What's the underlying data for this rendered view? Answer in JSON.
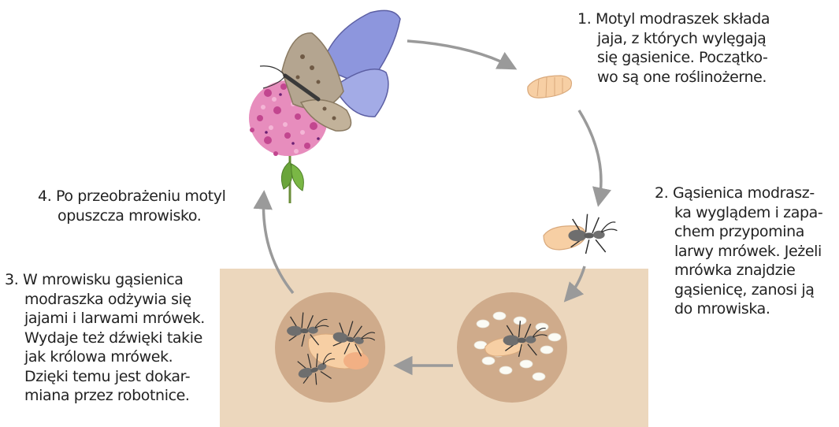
{
  "steps": [
    {
      "number": "1.",
      "lines": [
        "Motyl modraszek składa",
        "jaja, z których wylęgają",
        "się gąsienice. Początko-",
        "wo są one roślinożerne."
      ]
    },
    {
      "number": "2.",
      "lines": [
        "Gąsienica modrasz-",
        "ka wyglądem i zapa-",
        "chem przypomina",
        "larwy mrówek. Jeżeli",
        "mrówka znajdzie",
        "gąsienicę, zanosi ją",
        "do mrowiska."
      ]
    },
    {
      "number": "3.",
      "lines": [
        "W mrowisku gąsienica",
        "modraszka odżywia się",
        "jajami i larwami mrówek.",
        "Wydaje też dźwięki takie",
        "jak królowa mrówek.",
        "Dzięki temu jest dokar-",
        "miana przez robotnice."
      ]
    },
    {
      "number": "4.",
      "lines": [
        "Po przeobrażeniu motyl",
        "opuszcza mrowisko."
      ]
    }
  ],
  "colors": {
    "soil": "#ecd7bd",
    "chamber": "#cfab8b",
    "arrow": "#9a9a9a",
    "wing_blue": "#8d96dd",
    "caterpillar": "#f7cfa4"
  },
  "icons": [
    "butterfly-icon",
    "flower-icon",
    "caterpillar-icon",
    "ant-icon",
    "ant-egg-icon"
  ]
}
